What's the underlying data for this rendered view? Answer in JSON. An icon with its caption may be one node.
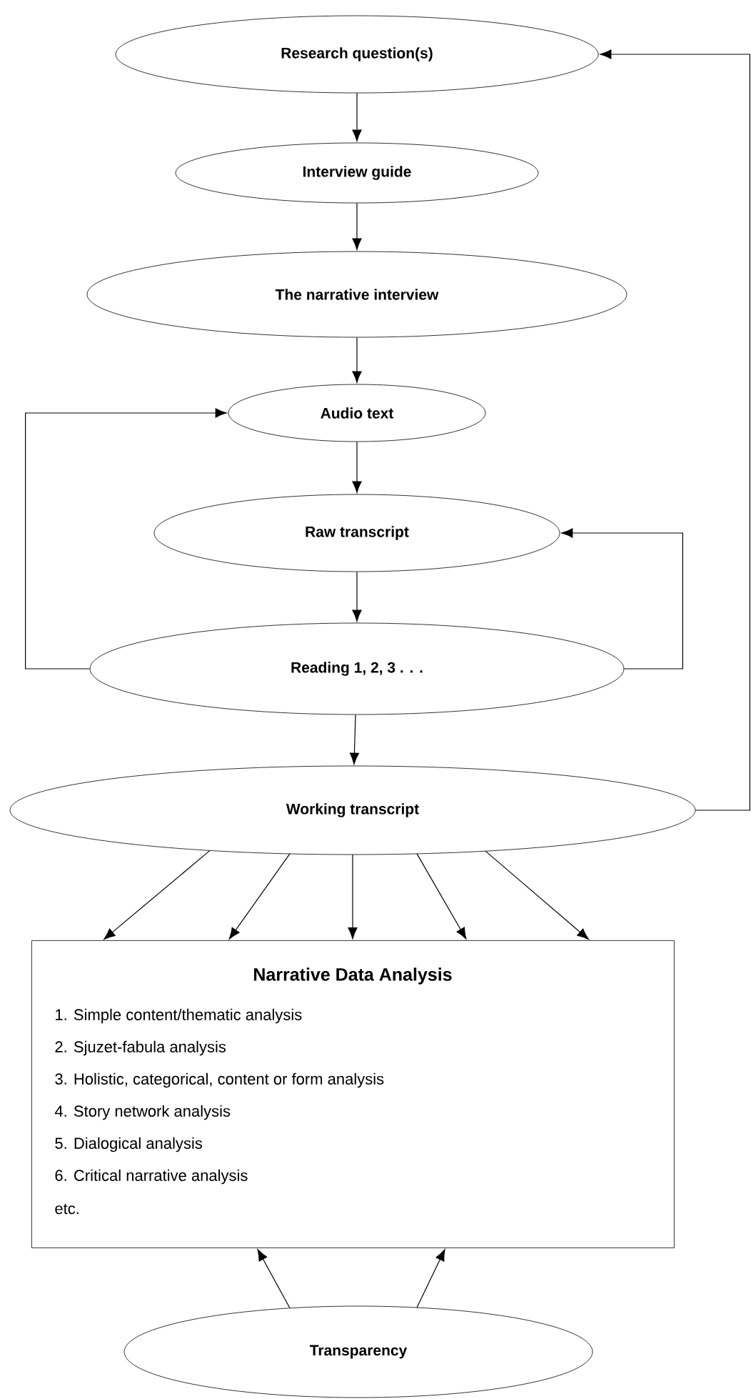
{
  "diagram": {
    "nodes": [
      {
        "text": [
          "Research question(s)"
        ]
      },
      {
        "text": [
          "Interview guide"
        ]
      },
      {
        "text": [
          "The narrative interview"
        ]
      },
      {
        "text": [
          "Audio text"
        ]
      },
      {
        "text": [
          "Raw transcript"
        ]
      },
      {
        "text": [
          "Reading 1, 2, 3 . . ."
        ]
      },
      {
        "text": [
          "Working transcript"
        ]
      },
      {
        "text": [
          "Narrative Data Analysis",
          "1. Simple content/thematic analysis",
          "2. Sjuzet-fabula analysis",
          "3. Holistic, categorical, content or form analysis",
          "4. Story network analysis",
          "5. Dialogical analysis",
          "6. Critical narrative analysis",
          "etc."
        ]
      },
      {
        "text": [
          "Transparency"
        ]
      }
    ],
    "edges": [
      {
        "from": 0,
        "to": 1,
        "arrow": "to"
      },
      {
        "from": 1,
        "to": 2,
        "arrow": "to"
      },
      {
        "from": 2,
        "to": 3,
        "arrow": "to"
      },
      {
        "from": 3,
        "to": 4,
        "arrow": "to"
      },
      {
        "from": 4,
        "to": 5,
        "arrow": "to"
      },
      {
        "from": 5,
        "to": 3,
        "arrow": "to"
      },
      {
        "from": 5,
        "to": 4,
        "arrow": "to"
      },
      {
        "from": 5,
        "to": 6,
        "arrow": "to"
      },
      {
        "from": 6,
        "to": 0,
        "arrow": "to"
      },
      {
        "from": 6,
        "to": 7,
        "arrow": "to"
      },
      {
        "from": 6,
        "to": 7,
        "arrow": "to"
      },
      {
        "from": 6,
        "to": 7,
        "arrow": "to"
      },
      {
        "from": 6,
        "to": 7,
        "arrow": "to"
      },
      {
        "from": 6,
        "to": 7,
        "arrow": "to"
      },
      {
        "from": 8,
        "to": 7,
        "arrow": "to"
      },
      {
        "from": 8,
        "to": 7,
        "arrow": "to"
      }
    ]
  }
}
